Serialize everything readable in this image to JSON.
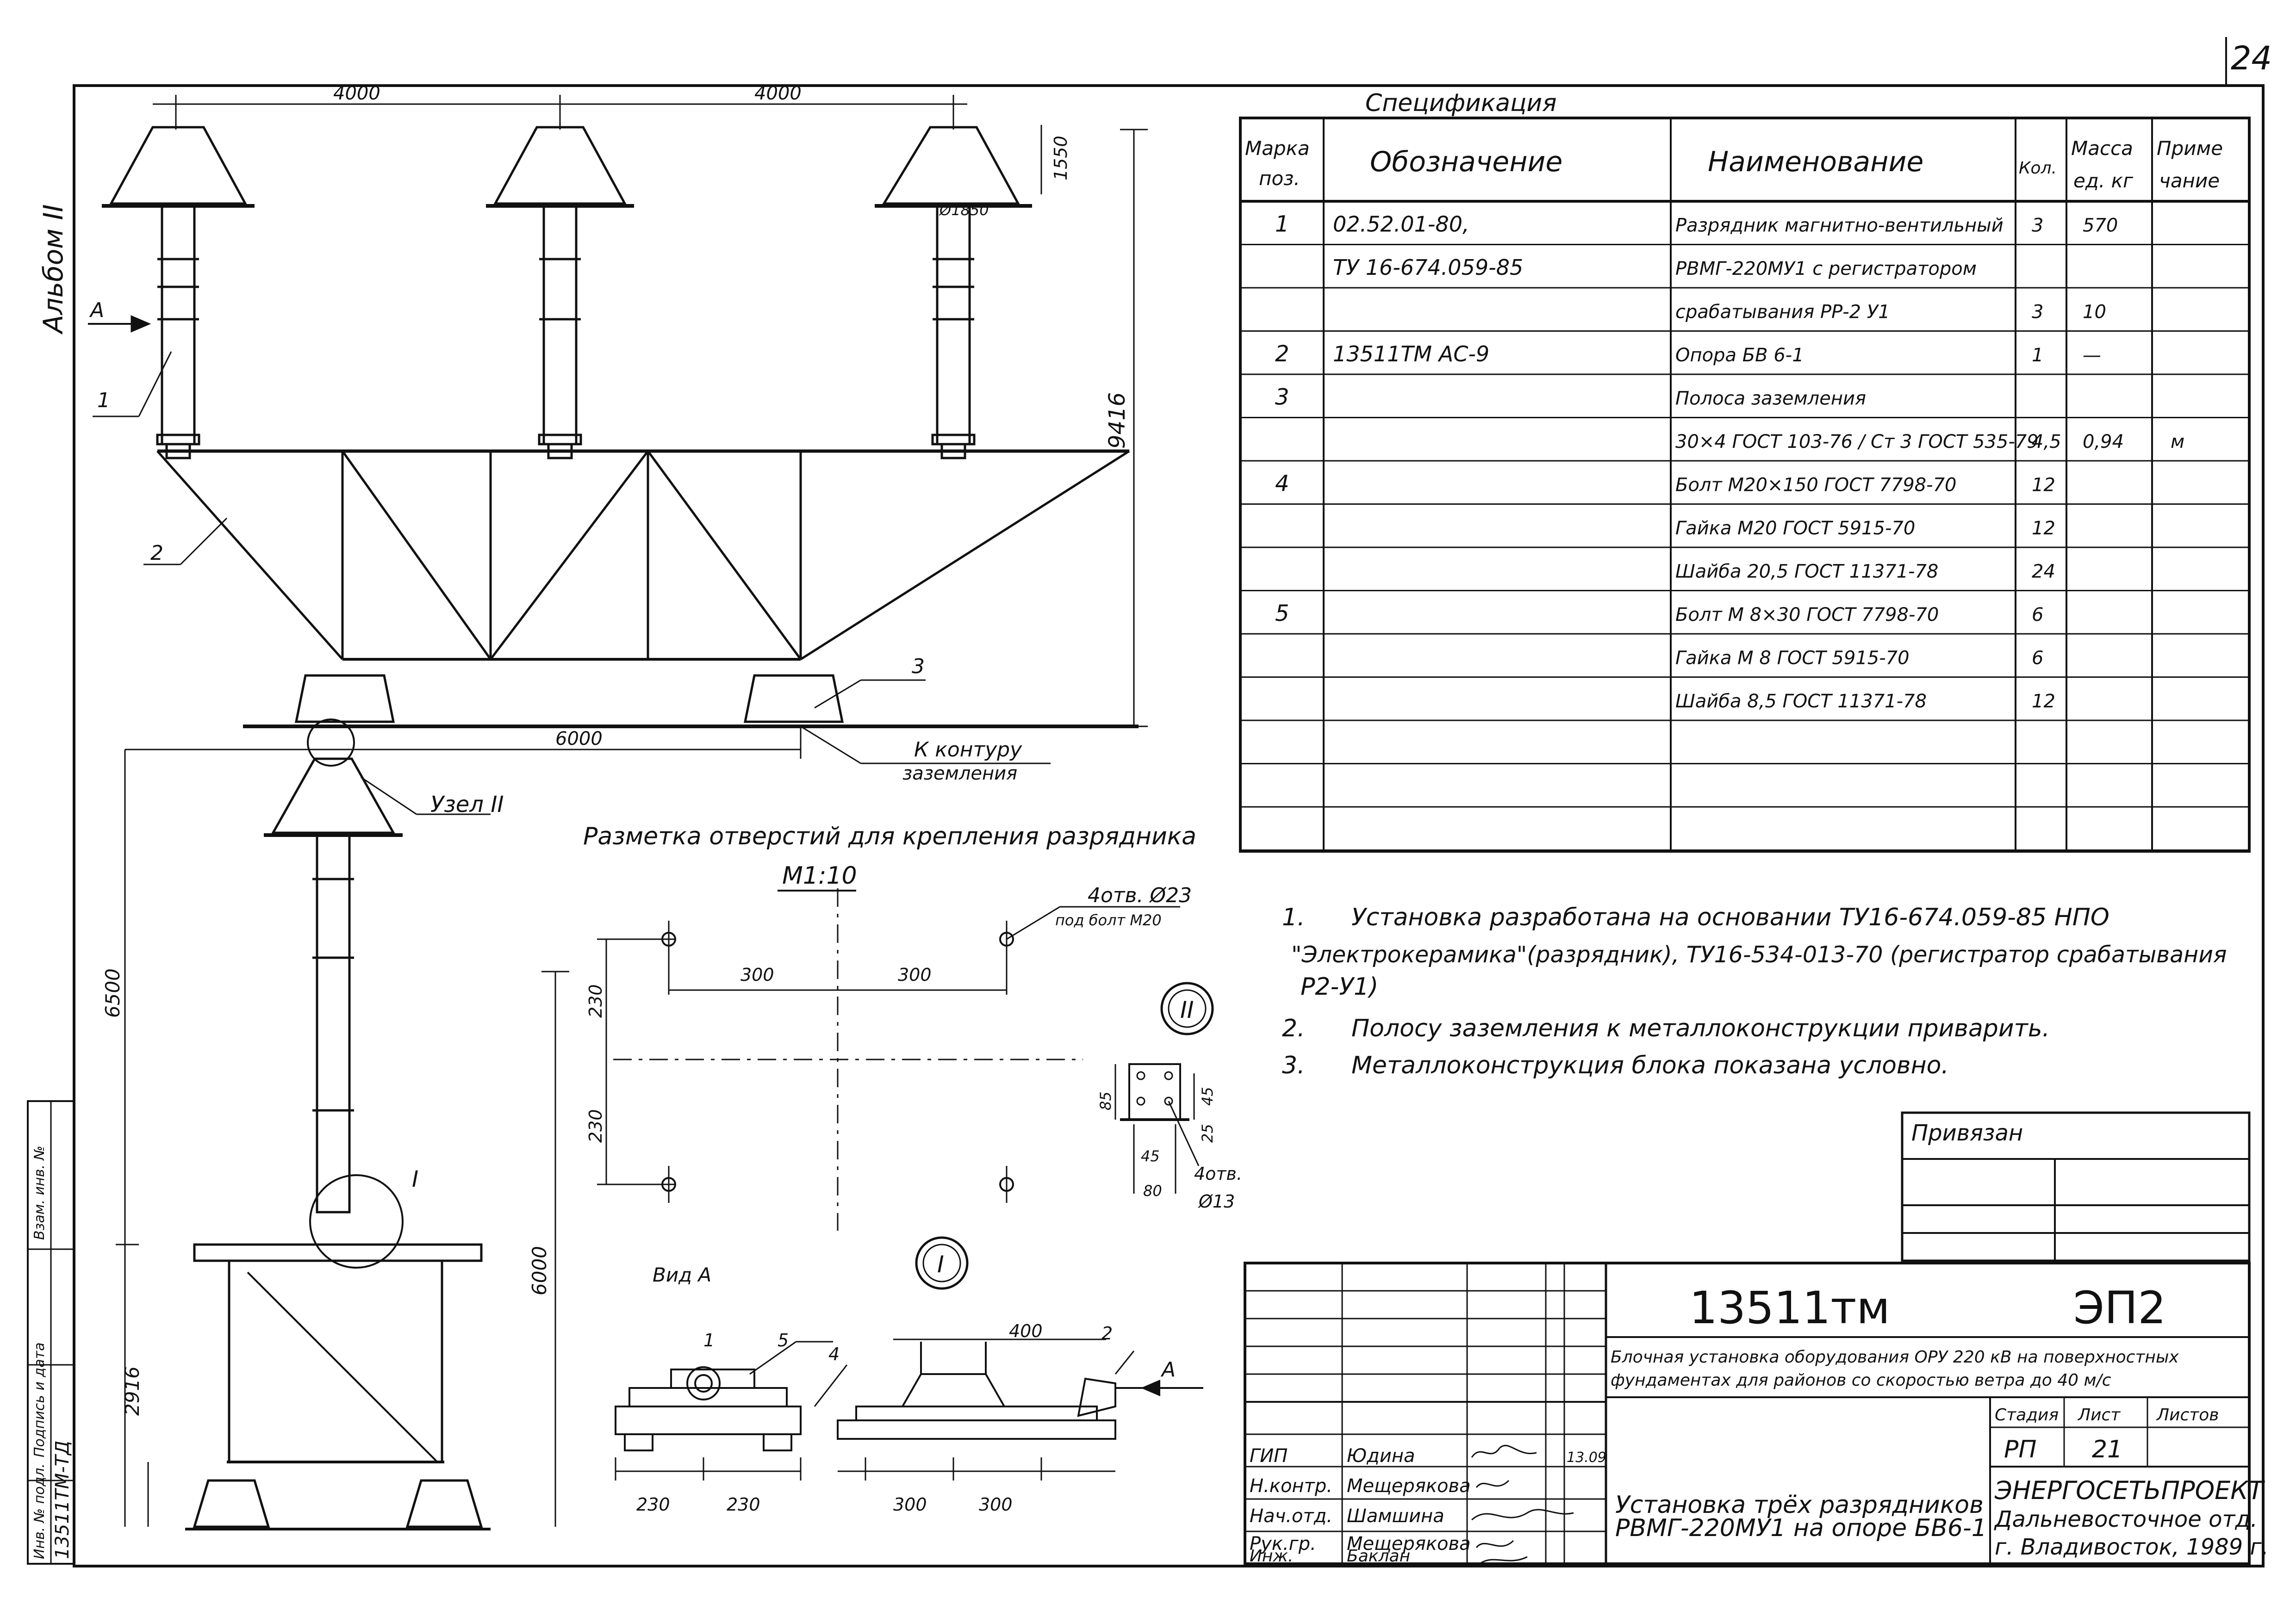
{
  "sheet": {
    "page_number": "24",
    "album_label": "Альбом II",
    "side_stamp": [
      "Инв. № подл.",
      "Подпись и дата",
      "Взам. инв. №"
    ],
    "side_ref": "13511ТМ-ТД"
  },
  "elevation": {
    "dim_spacing_1": "4000",
    "dim_spacing_2": "4000",
    "dim_cap_height": "1550",
    "dim_diameter": "Ø1850",
    "dim_total_height": "9416",
    "dim_base_width": "6000",
    "view_arrow": "А",
    "callouts": [
      "1",
      "2",
      "3"
    ],
    "ground_label_1": "К контуру",
    "ground_label_2": "заземления"
  },
  "side_view": {
    "node_label": "Узел II",
    "node_I": "I",
    "dim_upper": "6500",
    "dim_lower": "6000",
    "dim_base": "2916"
  },
  "spec": {
    "title": "Спецификация",
    "headers": {
      "mark_1": "Марка",
      "mark_2": "поз.",
      "designation": "Обозначение",
      "name": "Наименование",
      "qty": "Кол.",
      "mass_1": "Масса",
      "mass_2": "ед. кг",
      "note_1": "Приме",
      "note_2": "чание"
    },
    "rows": [
      {
        "mark": "1",
        "designation": "02.52.01-80,",
        "name": "Разрядник магнитно-вентильный",
        "qty": "3",
        "mass": "570",
        "note": ""
      },
      {
        "mark": "",
        "designation": "ТУ 16-674.059-85",
        "name": "РВМГ-220МУ1 с регистратором",
        "qty": "",
        "mass": "",
        "note": ""
      },
      {
        "mark": "",
        "designation": "",
        "name": "срабатывания РР-2 У1",
        "qty": "3",
        "mass": "10",
        "note": ""
      },
      {
        "mark": "2",
        "designation": "13511ТМ АС-9",
        "name": "Опора  БВ 6-1",
        "qty": "1",
        "mass": "—",
        "note": ""
      },
      {
        "mark": "3",
        "designation": "",
        "name": "Полоса  заземления",
        "qty": "",
        "mass": "",
        "note": ""
      },
      {
        "mark": "",
        "designation": "",
        "name": "30×4 ГОСТ 103-76 / Ст 3 ГОСТ 535-79",
        "qty": "4,5",
        "mass": "0,94",
        "note": "м"
      },
      {
        "mark": "4",
        "designation": "",
        "name": "Болт  М20×150 ГОСТ 7798-70",
        "qty": "12",
        "mass": "",
        "note": ""
      },
      {
        "mark": "",
        "designation": "",
        "name": "Гайка  М20  ГОСТ 5915-70",
        "qty": "12",
        "mass": "",
        "note": ""
      },
      {
        "mark": "",
        "designation": "",
        "name": "Шайба  20,5 ГОСТ 11371-78",
        "qty": "24",
        "mass": "",
        "note": ""
      },
      {
        "mark": "5",
        "designation": "",
        "name": "Болт  М 8×30 ГОСТ 7798-70",
        "qty": "6",
        "mass": "",
        "note": ""
      },
      {
        "mark": "",
        "designation": "",
        "name": "Гайка М 8 ГОСТ 5915-70",
        "qty": "6",
        "mass": "",
        "note": ""
      },
      {
        "mark": "",
        "designation": "",
        "name": "Шайба  8,5  ГОСТ 11371-78",
        "qty": "12",
        "mass": "",
        "note": ""
      },
      {
        "mark": "",
        "designation": "",
        "name": "",
        "qty": "",
        "mass": "",
        "note": ""
      },
      {
        "mark": "",
        "designation": "",
        "name": "",
        "qty": "",
        "mass": "",
        "note": ""
      },
      {
        "mark": "",
        "designation": "",
        "name": "",
        "qty": "",
        "mass": "",
        "note": ""
      }
    ]
  },
  "layout_holes": {
    "title": "Разметка  отверстий  для  крепления  разрядника",
    "scale": "М1:10",
    "holes_label": "4отв. Ø23",
    "bolt_label": "под болт М20",
    "dim_h1": "300",
    "dim_h2": "300",
    "dim_v1": "230",
    "dim_v2": "230"
  },
  "node_II": {
    "label": "II",
    "dim_85": "85",
    "dim_45a": "45",
    "dim_25": "25",
    "dim_45b": "45",
    "dim_80": "80",
    "holes": "4отв.",
    "hole_d": "Ø13"
  },
  "view_A": {
    "title": "Вид А",
    "node_label": "I",
    "dim_230a": "230",
    "dim_230b": "230",
    "dim_300a": "300",
    "dim_300b": "300",
    "dim_400": "400",
    "callout_1": "1",
    "callout_5": "5",
    "callout_4": "4",
    "callout_2": "2",
    "arrow": "А"
  },
  "notes": [
    {
      "num": "1.",
      "text": "Установка разработана  на основании ТУ16-674.059-85 НПО"
    },
    {
      "num": "",
      "text": "\"Электрокерамика\"(разрядник), ТУ16-534-013-70 (регистратор срабатывания"
    },
    {
      "num": "",
      "text": "Р2-У1)"
    },
    {
      "num": "2.",
      "text": "Полосу заземления к металлоконструкции  приварить."
    },
    {
      "num": "3.",
      "text": "Металлоконструкция  блока показана  условно."
    }
  ],
  "privyazan": "Привязан",
  "title_block": {
    "doc_code": "13511тм",
    "sheet_code": "ЭП2",
    "project_title_1": "Блочная установка оборудования ОРУ 220 кВ на поверхностных",
    "project_title_2": "фундаментах  для районов со скоростью ветра до 40 м/с",
    "stage_h": "Стадия",
    "sheet_h": "Лист",
    "sheets_h": "Листов",
    "stage": "РП",
    "sheet": "21",
    "sheets": "",
    "roles": [
      {
        "role": "ГИП",
        "name": "Юдина",
        "date": "13.09"
      },
      {
        "role": "Н.контр.",
        "name": "Мещерякова",
        "date": ""
      },
      {
        "role": "Нач.отд.",
        "name": "Шамшина",
        "date": ""
      },
      {
        "role": "Рук.гр.",
        "name": "Мещерякова",
        "date": ""
      },
      {
        "role": "Инж.",
        "name": "Баклан",
        "date": ""
      }
    ],
    "drawing_title_1": "Установка  трёх разрядников",
    "drawing_title_2": "РВМГ-220МУ1  на опоре  БВ6-1",
    "org_1": "ЭНЕРГОСЕТЬПРОЕКТ",
    "org_2": "Дальневосточное отд.",
    "org_3": "г. Владивосток, 1989 г."
  }
}
